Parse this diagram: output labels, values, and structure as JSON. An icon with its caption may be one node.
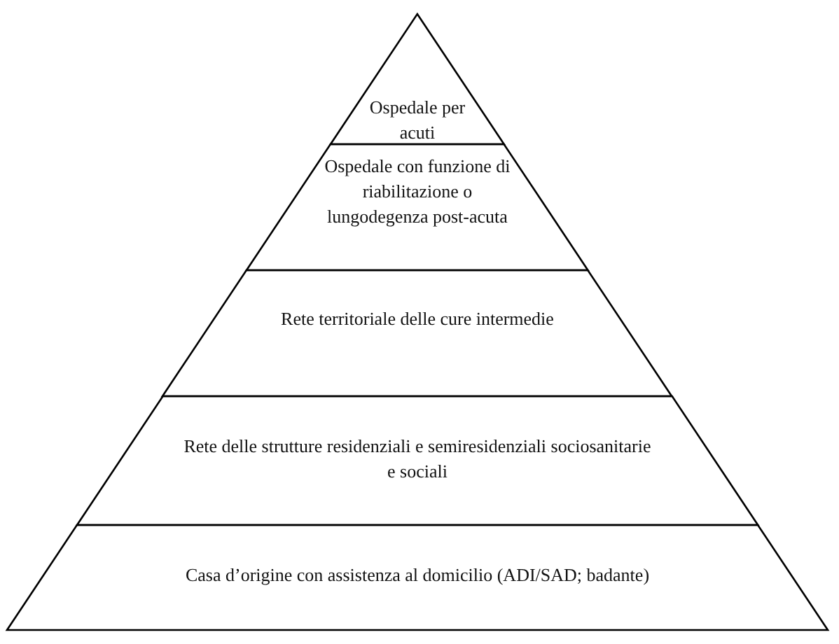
{
  "diagram": {
    "nodes": [
      {
        "text": [
          "Ospedale per acuti"
        ]
      },
      {
        "text": [
          "Ospedale con funzione di riabilitazione o lungodegenza post-acuta"
        ]
      },
      {
        "text": [
          "Rete territoriale delle cure intermedie"
        ]
      },
      {
        "text": [
          "Rete delle strutture residenziali e semiresidenziali sociosanitarie e sociali"
        ]
      },
      {
        "text": [
          "Casa d’origine con assistenza al domicilio (ADI/SAD; badante)"
        ]
      }
    ]
  }
}
